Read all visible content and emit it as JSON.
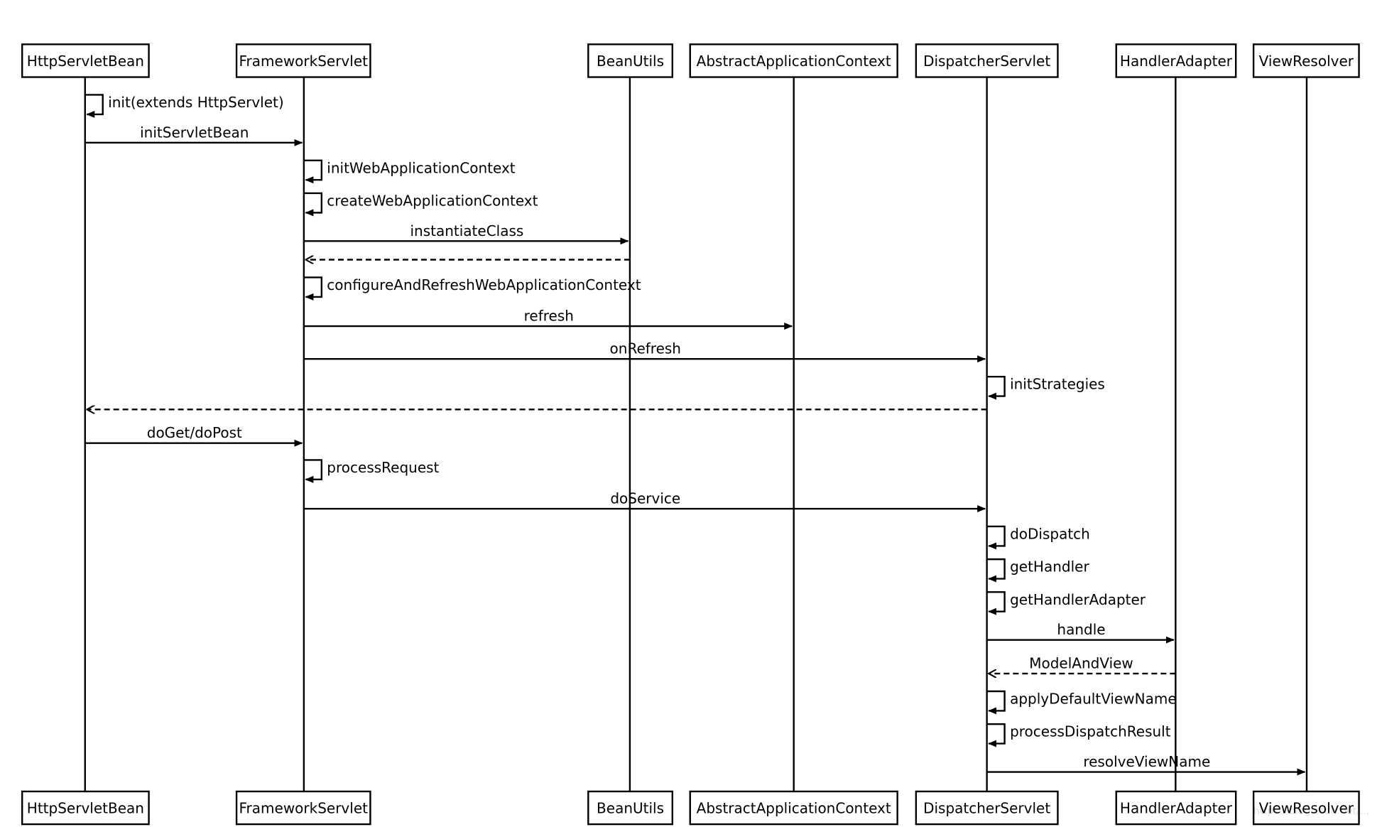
{
  "participants": [
    {
      "id": "hsb",
      "name": "HttpServletBean"
    },
    {
      "id": "fs",
      "name": "FrameworkServlet"
    },
    {
      "id": "bu",
      "name": "BeanUtils"
    },
    {
      "id": "aac",
      "name": "AbstractApplicationContext"
    },
    {
      "id": "ds",
      "name": "DispatcherServlet"
    },
    {
      "id": "ha",
      "name": "HandlerAdapter"
    },
    {
      "id": "vr",
      "name": "ViewResolver"
    }
  ],
  "messages": [
    {
      "from": "hsb",
      "to": "hsb",
      "label": "init(extends HttpServlet)",
      "kind": "self"
    },
    {
      "from": "hsb",
      "to": "fs",
      "label": "initServletBean",
      "kind": "call"
    },
    {
      "from": "fs",
      "to": "fs",
      "label": "initWebApplicationContext",
      "kind": "self"
    },
    {
      "from": "fs",
      "to": "fs",
      "label": "createWebApplicationContext",
      "kind": "self"
    },
    {
      "from": "fs",
      "to": "bu",
      "label": "instantiateClass",
      "kind": "call"
    },
    {
      "from": "bu",
      "to": "fs",
      "label": "",
      "kind": "return"
    },
    {
      "from": "fs",
      "to": "fs",
      "label": "configureAndRefreshWebApplicationContext",
      "kind": "self"
    },
    {
      "from": "fs",
      "to": "aac",
      "label": "refresh",
      "kind": "call"
    },
    {
      "from": "fs",
      "to": "ds",
      "label": "onRefresh",
      "kind": "call"
    },
    {
      "from": "ds",
      "to": "ds",
      "label": "initStrategies",
      "kind": "self"
    },
    {
      "from": "ds",
      "to": "hsb",
      "label": "",
      "kind": "return"
    },
    {
      "from": "hsb",
      "to": "fs",
      "label": "doGet/doPost",
      "kind": "call"
    },
    {
      "from": "fs",
      "to": "fs",
      "label": "processRequest",
      "kind": "self"
    },
    {
      "from": "fs",
      "to": "ds",
      "label": "doService",
      "kind": "call"
    },
    {
      "from": "ds",
      "to": "ds",
      "label": "doDispatch",
      "kind": "self"
    },
    {
      "from": "ds",
      "to": "ds",
      "label": "getHandler",
      "kind": "self"
    },
    {
      "from": "ds",
      "to": "ds",
      "label": "getHandlerAdapter",
      "kind": "self"
    },
    {
      "from": "ds",
      "to": "ha",
      "label": "handle",
      "kind": "call"
    },
    {
      "from": "ha",
      "to": "ds",
      "label": "ModelAndView",
      "kind": "return"
    },
    {
      "from": "ds",
      "to": "ds",
      "label": "applyDefaultViewName",
      "kind": "self"
    },
    {
      "from": "ds",
      "to": "ds",
      "label": "processDispatchResult",
      "kind": "self"
    },
    {
      "from": "ds",
      "to": "vr",
      "label": "resolveViewName",
      "kind": "call"
    }
  ],
  "watermark": "https://blog.csdn.net/..."
}
